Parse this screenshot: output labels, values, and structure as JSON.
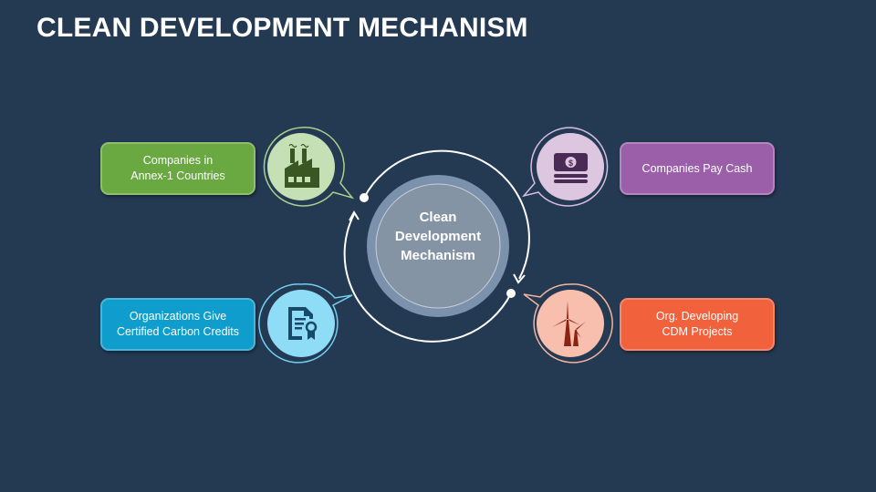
{
  "title": "CLEAN DEVELOPMENT MECHANISM",
  "center": {
    "label": "Clean\nDevelopment\nMechanism"
  },
  "nodes": [
    {
      "id": "annex1",
      "label": "Companies in\nAnnex-1 Countries",
      "icon": "factory-icon",
      "color": "#6aa842",
      "light": "#c5e0b4",
      "dark": "#385723"
    },
    {
      "id": "pay-cash",
      "label": "Companies Pay Cash",
      "icon": "money-stack-icon",
      "color": "#9a5fa8",
      "light": "#dcc6e0",
      "dark": "#4b2a55"
    },
    {
      "id": "carbon-credits",
      "label": "Organizations Give\nCertified Carbon Credits",
      "icon": "certificate-icon",
      "color": "#0e9dcc",
      "light": "#8fdcf7",
      "dark": "#174a68"
    },
    {
      "id": "cdm-projects",
      "label": "Org. Developing\nCDM Projects",
      "icon": "wind-turbine-icon",
      "color": "#f0613c",
      "light": "#f8bfae",
      "dark": "#8b2312"
    }
  ]
}
